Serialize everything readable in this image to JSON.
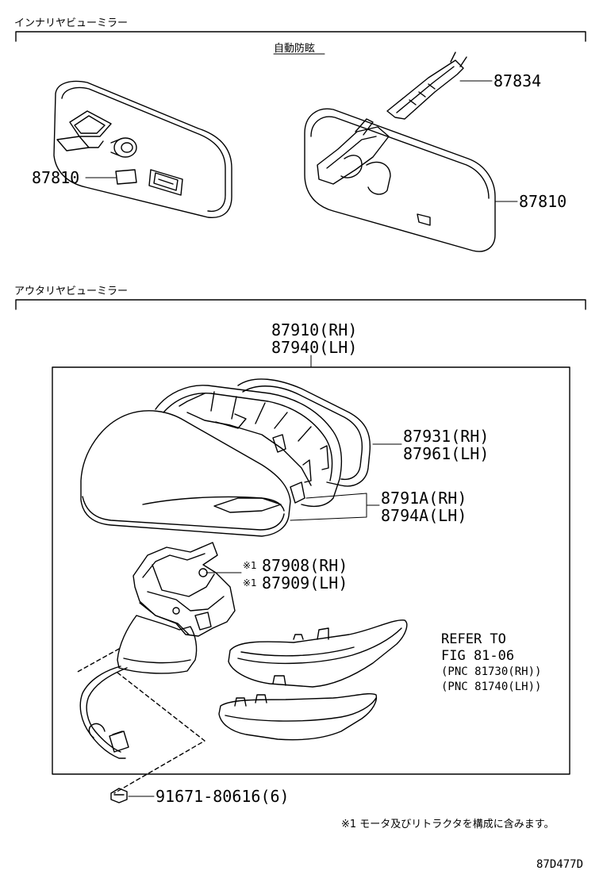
{
  "sections": {
    "inner_mirror": {
      "title": "インナリヤビューミラー",
      "subtitle": "自動防眩"
    },
    "outer_mirror": {
      "title": "アウタリヤビューミラー"
    }
  },
  "parts": {
    "p87834": "87834",
    "p87810_left": "87810",
    "p87810_right": "87810",
    "p87910": "87910(RH)",
    "p87940": "87940(LH)",
    "p87931": "87931(RH)",
    "p87961": "87961(LH)",
    "p8791A": "8791A(RH)",
    "p8794A": "8794A(LH)",
    "p87908_mark": "※1",
    "p87908": "87908(RH)",
    "p87909_mark": "※1",
    "p87909": "87909(LH)",
    "p91671": "91671-80616(6)"
  },
  "refer": {
    "line1": "REFER TO",
    "line2": "FIG 81-06",
    "line3": "(PNC 81730(RH))",
    "line4": "(PNC 81740(LH))"
  },
  "footnote": "※1 モータ及びリトラクタを構成に含みます。",
  "figure_code": "87D477D"
}
